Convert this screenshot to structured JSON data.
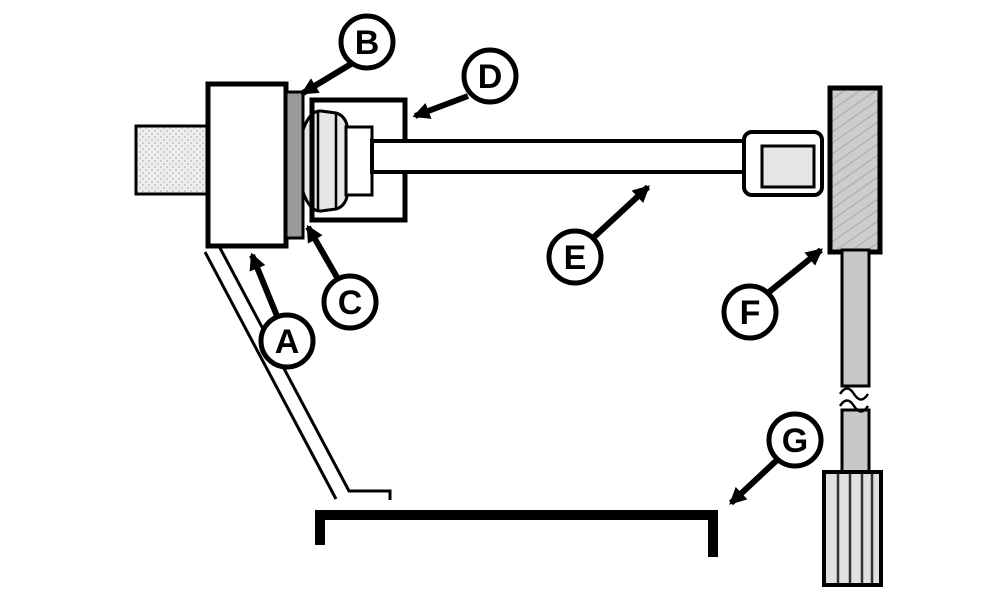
{
  "diagram": {
    "description_labels": [
      {
        "letter": "A"
      },
      {
        "letter": "B"
      },
      {
        "letter": "C"
      },
      {
        "letter": "D"
      },
      {
        "letter": "E"
      },
      {
        "letter": "F"
      },
      {
        "letter": "G"
      }
    ],
    "colors": {
      "line": "#000000",
      "background": "#ffffff",
      "shade_light": "#e6e6e6",
      "shade_mid": "#c8c8c8",
      "shade_dark": "#9a9a9a"
    }
  }
}
